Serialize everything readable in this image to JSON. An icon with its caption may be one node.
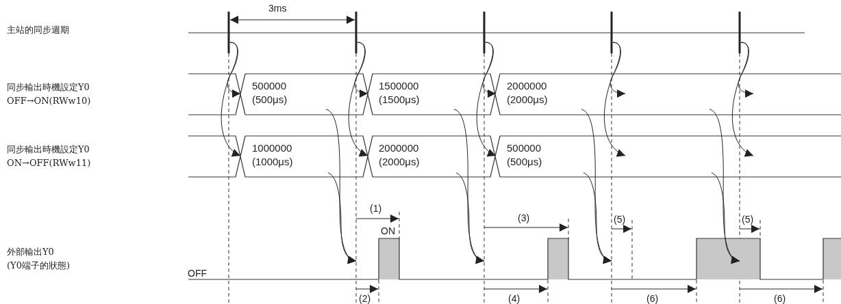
{
  "diagram": {
    "labels": [
      "主站的同步週期",
      "3ms",
      "同步輸出時機設定Y0",
      "OFF→ON(RWw10)",
      "500000 (500μs)",
      "1500000 (1500μs)",
      "2000000 (2000μs)",
      "同步輸出時機設定Y0",
      "ON→OFF(RWw11)",
      "1000000 (1000μs)",
      "2000000 (2000μs)",
      "500000 (500μs)",
      "(1)",
      "(3)",
      "(5)",
      "(5)",
      "ON",
      "外部輸出Y0",
      "(Y0端子的狀態)",
      "OFF",
      "(2)",
      "(4)",
      "(6)",
      "(6)"
    ]
  }
}
